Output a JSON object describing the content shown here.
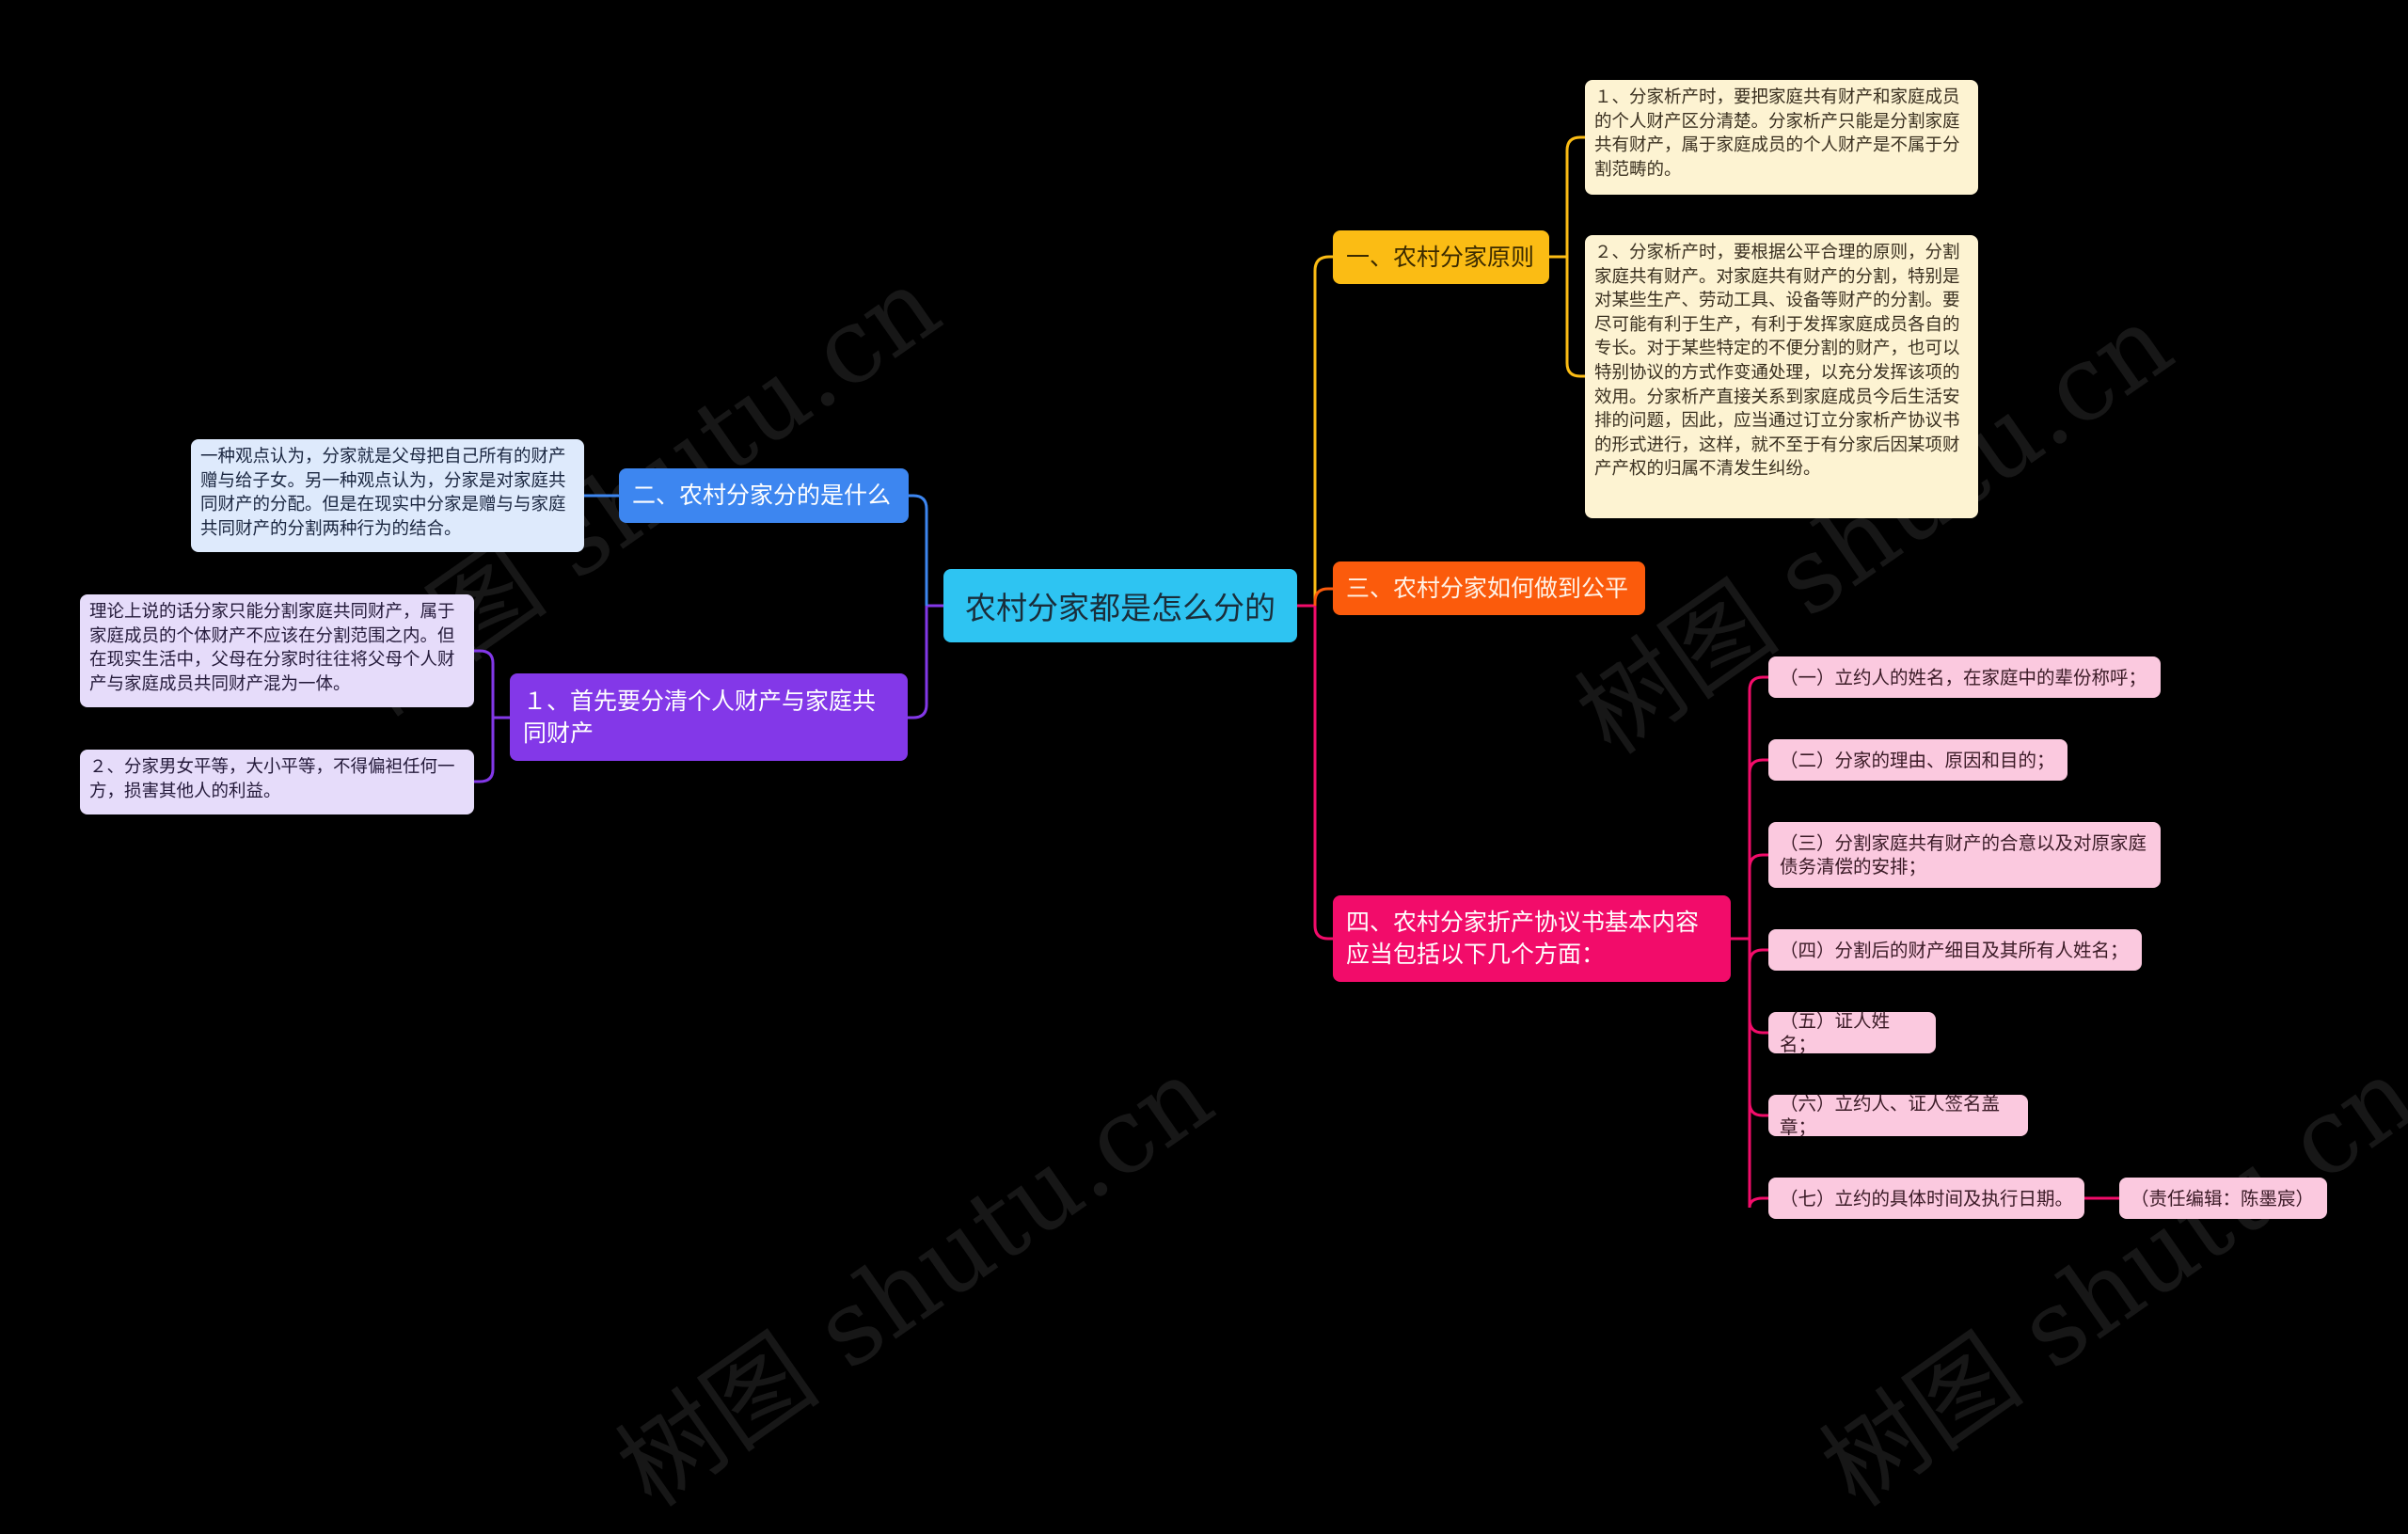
{
  "root": {
    "label": "农村分家都是怎么分的",
    "color": "#2ec4f2"
  },
  "watermark": "树图 shutu.cn",
  "branches": {
    "principles": {
      "label": "一、农村分家原则",
      "color": "#fbbc14",
      "details": [
        "１、分家析产时，要把家庭共有财产和家庭成员的个人财产区分清楚。分家析产只能是分割家庭共有财产，属于家庭成员的个人财产是不属于分割范畴的。",
        "２、分家析产时，要根据公平合理的原则，分割家庭共有财产。对家庭共有财产的分割，特别是对某些生产、劳动工具、设备等财产的分割。要尽可能有利于生产，有利于发挥家庭成员各自的专长。对于某些特定的不便分割的财产，也可以特别协议的方式作变通处理，以充分发挥该项的效用。分家析产直接关系到家庭成员今后生活安排的问题，因此，应当通过订立分家析产协议书的形式进行，这样，就不至于有分家后因某项财产产权的归属不清发生纠纷。"
      ]
    },
    "fairness": {
      "label": "三、农村分家如何做到公平",
      "color": "#fb5b0c"
    },
    "agreement": {
      "label": "四、农村分家折产协议书基本内容应当包括以下几个方面：",
      "color": "#f20c6a",
      "items": [
        "（一）立约人的姓名，在家庭中的辈份称呼；",
        "（二）分家的理由、原因和目的；",
        "（三）分割家庭共有财产的合意以及对原家庭债务清偿的安排；",
        "（四）分割后的财产细目及其所有人姓名；",
        "（五）证人姓名；",
        "（六）立约人、证人签名盖章；",
        "（七）立约的具体时间及执行日期。"
      ],
      "editor_note": "（责任编辑：陈墨宸）"
    },
    "what": {
      "label": "二、农村分家分的是什么",
      "color": "#3d86f0",
      "detail": "一种观点认为，分家就是父母把自己所有的财产赠与给子女。另一种观点认为，分家是对家庭共同财产的分配。但是在现实中分家是赠与与家庭共同财产的分割两种行为的结合。"
    },
    "distinguish": {
      "label": "１、首先要分清个人财产与家庭共同财产",
      "color": "#8338e8",
      "details": [
        "理论上说的话分家只能分割家庭共同财产，属于家庭成员的个体财产不应该在分割范围之内。但在现实生活中，父母在分家时往往将父母个人财产与家庭成员共同财产混为一体。",
        "２、分家男女平等，大小平等，不得偏袒任何一方，损害其他人的利益。"
      ]
    }
  }
}
